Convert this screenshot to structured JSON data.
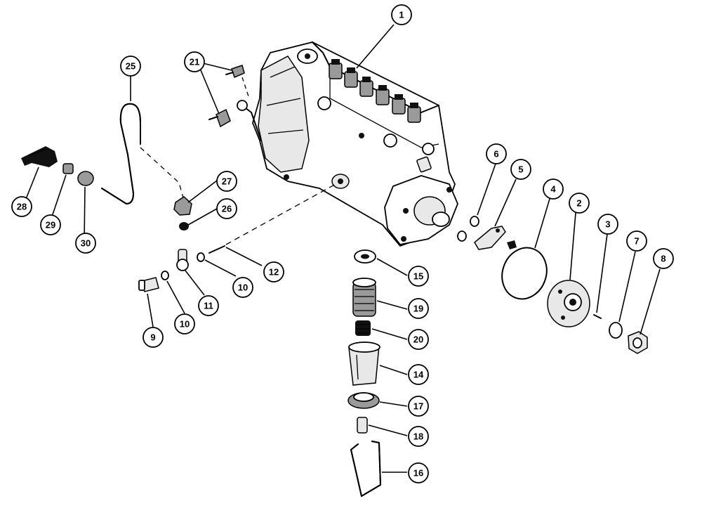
{
  "diagram": {
    "callouts": [
      {
        "id": "c1",
        "label": "1"
      },
      {
        "id": "c2",
        "label": "2"
      },
      {
        "id": "c3",
        "label": "3"
      },
      {
        "id": "c4",
        "label": "4"
      },
      {
        "id": "c5",
        "label": "5"
      },
      {
        "id": "c6",
        "label": "6"
      },
      {
        "id": "c7",
        "label": "7"
      },
      {
        "id": "c8",
        "label": "8"
      },
      {
        "id": "c9",
        "label": "9"
      },
      {
        "id": "c10a",
        "label": "10"
      },
      {
        "id": "c10b",
        "label": "10"
      },
      {
        "id": "c11",
        "label": "11"
      },
      {
        "id": "c12",
        "label": "12"
      },
      {
        "id": "c14",
        "label": "14"
      },
      {
        "id": "c15",
        "label": "15"
      },
      {
        "id": "c16",
        "label": "16"
      },
      {
        "id": "c17",
        "label": "17"
      },
      {
        "id": "c18",
        "label": "18"
      },
      {
        "id": "c19",
        "label": "19"
      },
      {
        "id": "c20",
        "label": "20"
      },
      {
        "id": "c21",
        "label": "21"
      },
      {
        "id": "c25",
        "label": "25"
      },
      {
        "id": "c26",
        "label": "26"
      },
      {
        "id": "c27",
        "label": "27"
      },
      {
        "id": "c28",
        "label": "28"
      },
      {
        "id": "c29",
        "label": "29"
      },
      {
        "id": "c30",
        "label": "30"
      }
    ]
  }
}
